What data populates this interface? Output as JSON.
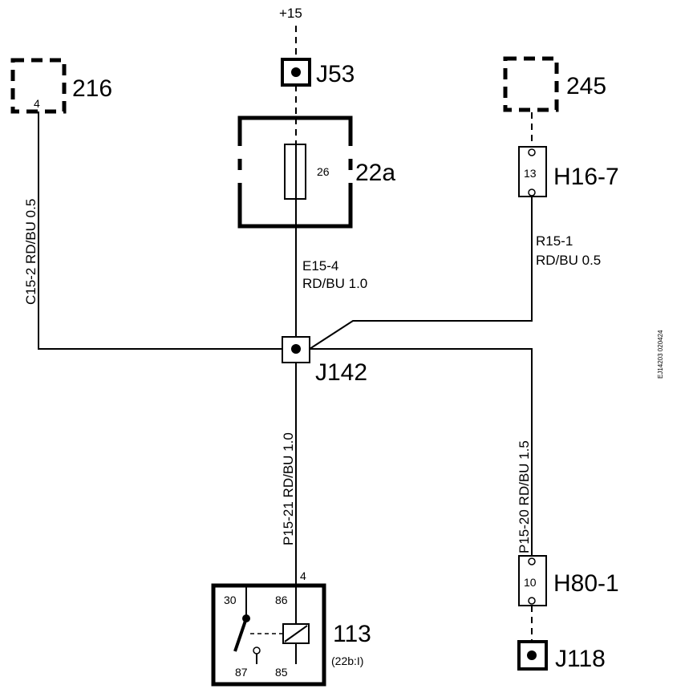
{
  "supply": {
    "label": "+15"
  },
  "components": {
    "c216": {
      "id": "216",
      "pin": "4"
    },
    "c245": {
      "id": "245"
    },
    "fuse": {
      "id": "22a",
      "number": "26"
    },
    "relay": {
      "id": "113",
      "subtitle": "(22b:I)",
      "pin_top": "4",
      "pin30": "30",
      "pin86": "86",
      "pin87": "87",
      "pin85": "85"
    }
  },
  "connectors": {
    "j53": "J53",
    "j142": "J142",
    "j118": "J118",
    "h16": {
      "id": "H16-7",
      "pin": "13"
    },
    "h80": {
      "id": "H80-1",
      "pin": "10"
    }
  },
  "wires": {
    "e15_code": "E15-4",
    "e15_spec": "RD/BU  1.0",
    "r15_code": "R15-1",
    "r15_spec": "RD/BU    0.5",
    "c15": "C15-2    RD/BU   0.5",
    "p15_21": "P15-21    RD/BU    1.0",
    "p15_20": "P15-20    RD/BU    1.5"
  },
  "doc_ref": "EJ14203 020424"
}
